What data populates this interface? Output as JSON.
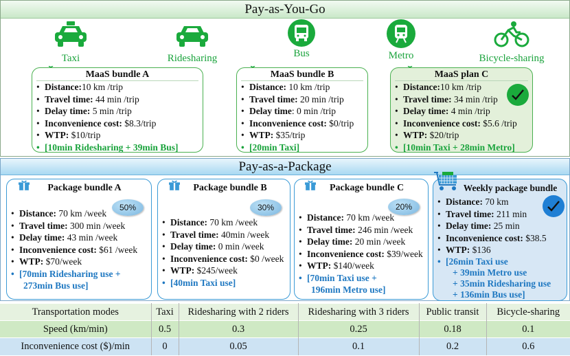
{
  "payg": {
    "title": "Pay-as-You-Go",
    "modes": [
      {
        "label": "Taxi",
        "icon": "taxi-icon"
      },
      {
        "label": "Ridesharing",
        "icon": "car-icon"
      },
      {
        "label": "Bus",
        "icon": "bus-icon"
      },
      {
        "label": "Metro",
        "icon": "metro-icon"
      },
      {
        "label": "Bicycle-sharing",
        "icon": "bicycle-icon"
      }
    ],
    "cards": [
      {
        "title": "MaaS bundle A",
        "distance_label": "Distance:",
        "distance": "10 km /trip",
        "travel_label": "Travel time:",
        "travel": " 44 min /trip",
        "delay_label": "Delay time:",
        "delay": " 5 min /trip",
        "inconv_label": "Inconvenience cost:",
        "inconv": " $8.3/trip",
        "wtp_label": "WTP:",
        "wtp": " $10/trip",
        "combo": "[10min Ridesharing + 39min  Bus]"
      },
      {
        "title": "MaaS bundle B",
        "distance_label": "Distance:",
        "distance": " 10 km /trip",
        "travel_label": "Travel time:",
        "travel": " 20 min /trip",
        "delay_label": "Delay time",
        "delay": ": 0 min /trip",
        "inconv_label": "Inconvenience cost:",
        "inconv": " $0/trip",
        "wtp_label": "WTP:",
        "wtp": " $35/trip",
        "combo": "[20min Taxi]"
      },
      {
        "title": "MaaS plan C",
        "distance_label": "Distance:",
        "distance": "10 km /trip",
        "travel_label": "Travel time:",
        "travel": " 34 min /trip",
        "delay_label": "Delay time:",
        "delay": " 4 min /trip",
        "inconv_label": "Inconvenience cost:",
        "inconv": " $5.6 /trip",
        "wtp_label": "WTP:",
        "wtp": " $20/trip",
        "combo": "[10min Taxi + 28min Metro]"
      }
    ]
  },
  "papk": {
    "title": "Pay-as-a-Package",
    "cards": [
      {
        "title": "Package bundle A",
        "badge": "50%",
        "distance_label": "Distance:",
        "distance": " 70 km /week",
        "travel_label": "Travel time:",
        "travel": " 300 min /week",
        "delay_label": "Delay time:",
        "delay": " 43 min /week",
        "inconv_label": "Inconvenience cost:",
        "inconv": " $61 /week",
        "wtp_label": "WTP:",
        "wtp": " $70/week",
        "combo": [
          "[70min Ridesharing use +",
          "273min Bus use]"
        ]
      },
      {
        "title": "Package bundle B",
        "badge": "30%",
        "distance_label": "Distance:",
        "distance": " 70 km /week",
        "travel_label": "Travel time:",
        "travel": " 40min /week",
        "delay_label": "Delay time:",
        "delay": " 0 min /week",
        "inconv_label": "Inconvenience cost:",
        "inconv": " $0 /week",
        "wtp_label": "WTP:",
        "wtp": " $245/week",
        "combo": [
          "[40min Taxi use]"
        ]
      },
      {
        "title": "Package bundle C",
        "badge": "20%",
        "distance_label": "Distance:",
        "distance": " 70 km /week",
        "travel_label": "Travel time:",
        "travel": " 246 min /week",
        "delay_label": "Delay time:",
        "delay": " 20 min /week",
        "inconv_label": "Inconvenience cost:",
        "inconv": " $39/week",
        "wtp_label": "WTP:",
        "wtp": " $140/week",
        "combo": [
          "[70min Taxi use +",
          "196min Metro use]"
        ]
      },
      {
        "title": "Weekly package bundle",
        "distance_label": "Distance:",
        "distance": " 70 km",
        "travel_label": "Travel time:",
        "travel": " 211 min",
        "delay_label": "Delay time:",
        "delay": " 25 min",
        "inconv_label": "Inconvenience cost:",
        "inconv": " $38.5",
        "wtp_label": "WTP:",
        "wtp": " $136",
        "combo": [
          "[26min Taxi use",
          "+ 39min Metro use",
          "+ 35min Ridesharing use",
          "+ 136min  Bus use]"
        ]
      }
    ]
  },
  "table": {
    "header": [
      "Transportation modes",
      "Taxi",
      "Ridesharing with 2 riders",
      "Ridesharing with 3 riders",
      "Public transit",
      "Bicycle-sharing"
    ],
    "speed": [
      "Speed (km/min)",
      "0.5",
      "0.3",
      "0.25",
      "0.18",
      "0.1"
    ],
    "inconv": [
      "Inconvenience cost ($)/min",
      "0",
      "0.05",
      "0.1",
      "0.2",
      "0.6"
    ]
  },
  "colors": {
    "green": "#1aaa3c",
    "blue": "#1f78c1"
  }
}
